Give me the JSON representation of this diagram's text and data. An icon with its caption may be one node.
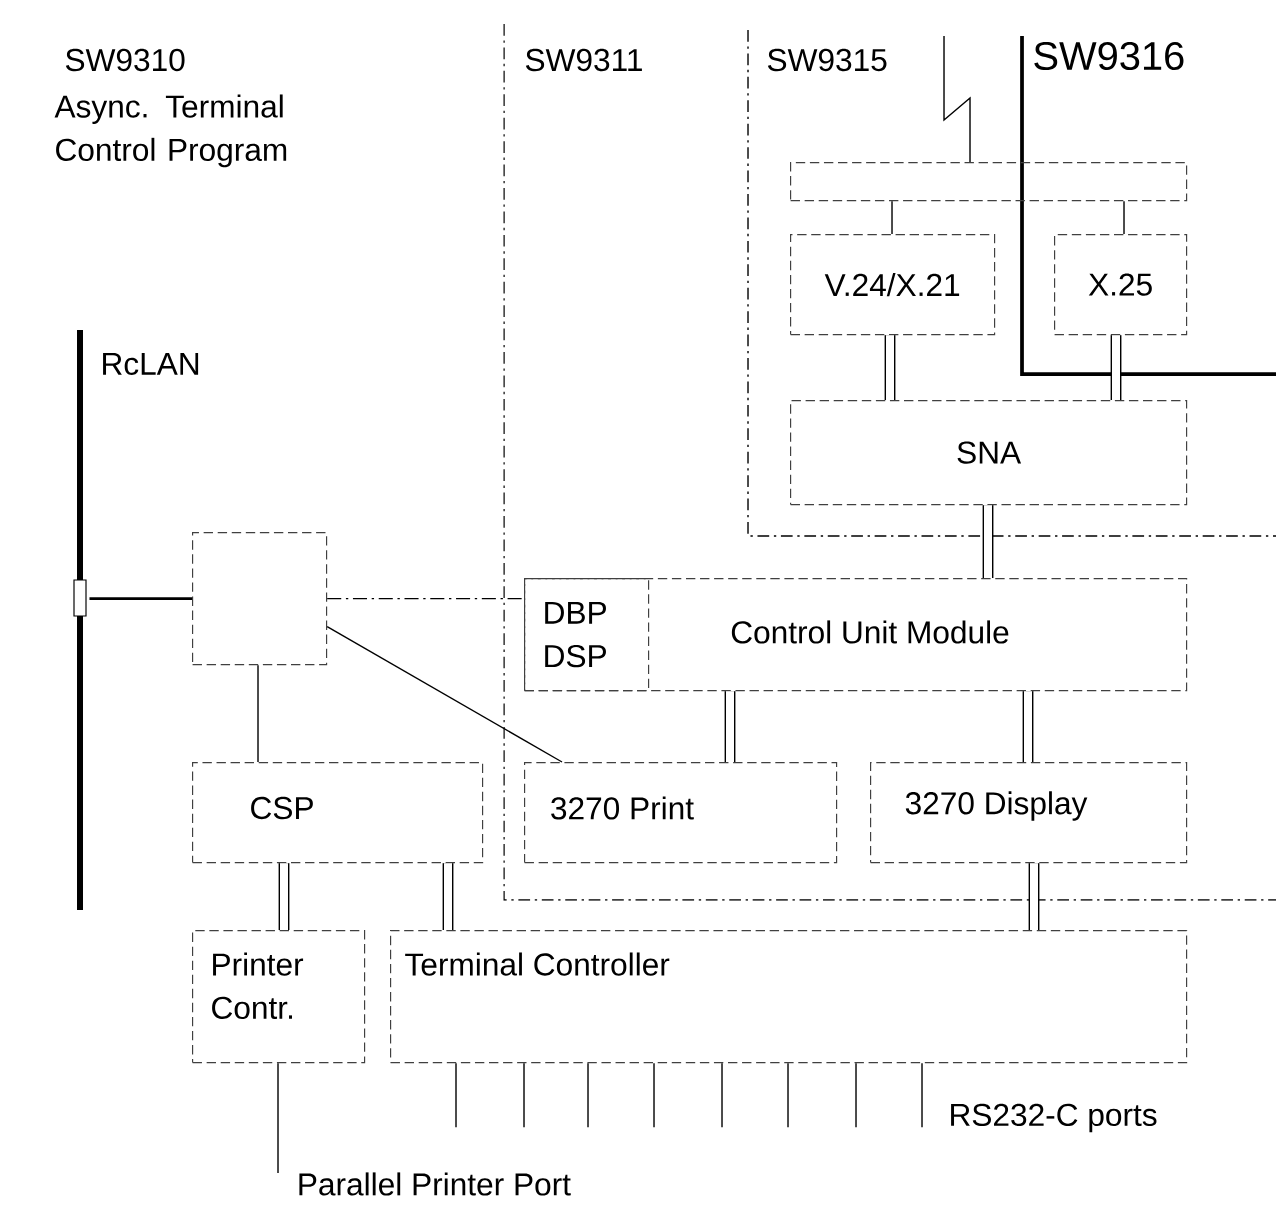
{
  "diagram": {
    "nodes": [
      {
        "text": [],
        "shape": "box"
      },
      {
        "text": [
          "V.24/X.21"
        ]
      },
      {
        "text": [
          "X.25"
        ]
      },
      {
        "text": [
          "SNA"
        ]
      },
      {
        "text": [],
        "shape": "bar",
        "beside": [
          "RcLAN"
        ]
      },
      {
        "text": [],
        "shape": "box"
      },
      {
        "text": [
          "Control Unit Module"
        ]
      },
      {
        "text": [
          "DBP DSP"
        ],
        "in": 6
      },
      {
        "text": [
          "CSP"
        ]
      },
      {
        "text": [
          "3270 Print"
        ]
      },
      {
        "text": [
          "3270 Display"
        ]
      },
      {
        "text": [
          "Printer Contr."
        ]
      },
      {
        "text": [
          "Terminal Controller"
        ]
      },
      {
        "text": [
          "Parallel Printer Port"
        ]
      }
    ],
    "edges": [
      {
        "from": 0,
        "to": null,
        "arrow": "none"
      },
      {
        "from": 0,
        "to": 1,
        "arrow": "none"
      },
      {
        "from": 0,
        "to": 2,
        "arrow": "none"
      },
      {
        "from": 1,
        "to": 3,
        "arrow": "none",
        "style": "thick"
      },
      {
        "from": 2,
        "to": 3,
        "arrow": "none",
        "style": "thick"
      },
      {
        "from": 3,
        "to": 6,
        "arrow": "none",
        "style": "thick"
      },
      {
        "from": 5,
        "to": 4,
        "arrow": "none"
      },
      {
        "from": 5,
        "to": 6,
        "arrow": "none",
        "style": "dashed"
      },
      {
        "from": 5,
        "to": 9,
        "arrow": "none"
      },
      {
        "from": 5,
        "to": 8,
        "arrow": "none"
      },
      {
        "from": 6,
        "to": 9,
        "arrow": "none",
        "style": "thick"
      },
      {
        "from": 6,
        "to": 10,
        "arrow": "none",
        "style": "thick"
      },
      {
        "from": 8,
        "to": 11,
        "arrow": "none",
        "style": "thick"
      },
      {
        "from": 8,
        "to": 12,
        "arrow": "none",
        "style": "thick"
      },
      {
        "from": 10,
        "to": 12,
        "arrow": "none",
        "style": "thick"
      },
      {
        "from": 11,
        "to": 13,
        "arrow": "none"
      },
      {
        "from": 12,
        "to": null,
        "arrow": "none"
      },
      {
        "from": 12,
        "to": null,
        "arrow": "none"
      },
      {
        "from": 12,
        "to": null,
        "arrow": "none"
      },
      {
        "from": 12,
        "to": null,
        "arrow": "none"
      },
      {
        "from": 12,
        "to": null,
        "arrow": "none"
      },
      {
        "from": 12,
        "to": null,
        "arrow": "none"
      },
      {
        "from": 12,
        "to": null,
        "arrow": "none"
      },
      {
        "from": 12,
        "to": null,
        "arrow": "none"
      }
    ],
    "labels": [
      "SW9310",
      "Async. Terminal Control Program",
      "SW9311",
      "SW9315",
      "SW9316",
      "RS232-C ports"
    ]
  }
}
